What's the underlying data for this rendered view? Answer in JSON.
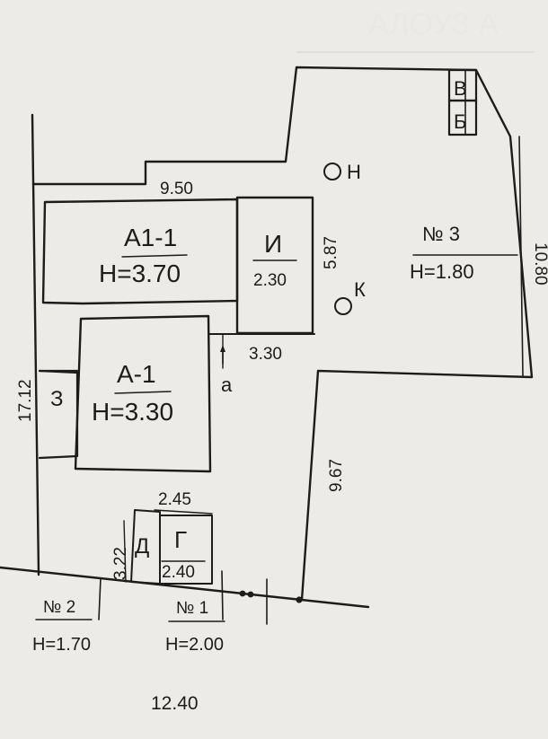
{
  "plan": {
    "header_text": "АЛОУЗ А",
    "buildings": [
      {
        "id": "A1-1",
        "label": "А1-1",
        "height": "H=3.70"
      },
      {
        "id": "A-1",
        "label": "А-1",
        "height": "H=3.30"
      },
      {
        "id": "I",
        "label": "И",
        "height": "2.30"
      },
      {
        "id": "Z",
        "label": "З"
      },
      {
        "id": "D",
        "label": "Д"
      },
      {
        "id": "G",
        "label": "Г",
        "height": "2.40"
      },
      {
        "id": "B",
        "label": "В"
      },
      {
        "id": "B2",
        "label": "Б"
      },
      {
        "id": "N1",
        "label": "№ 1",
        "height": "H=2.00"
      },
      {
        "id": "N2",
        "label": "№ 2",
        "height": "H=1.70"
      },
      {
        "id": "N3",
        "label": "№ 3",
        "height": "H=1.80"
      }
    ],
    "dimensions": {
      "d_950": "9.50",
      "d_587": "5.87",
      "d_330": "3.30",
      "d_1712": "17.12",
      "d_967": "9.67",
      "d_245": "2.45",
      "d_322": "3.22",
      "d_1240": "12.40",
      "d_1080": "10.80"
    },
    "markers": {
      "entrance": "а",
      "well_n": "Н",
      "well_k": "К"
    }
  }
}
